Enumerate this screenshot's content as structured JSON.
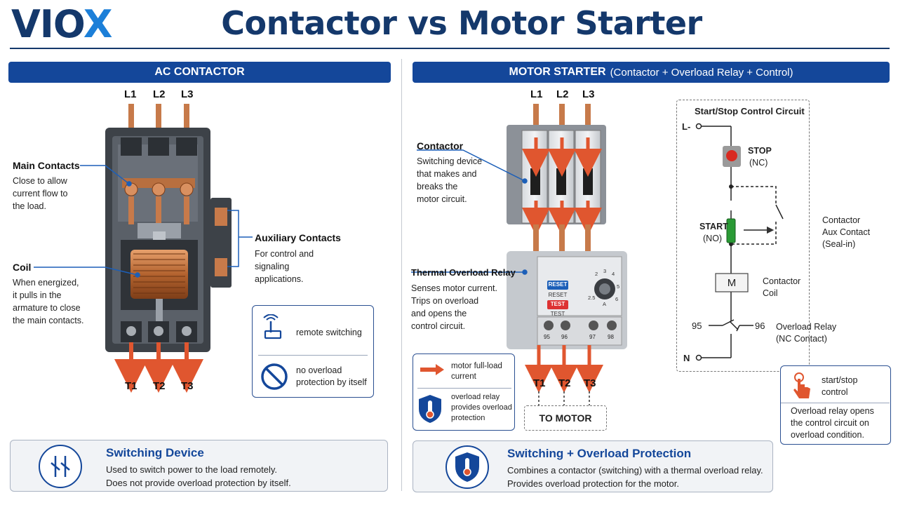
{
  "brand": {
    "logo_main": "VIO",
    "logo_x": "X"
  },
  "title": "Contactor vs Motor Starter",
  "left": {
    "section_title": "AC CONTACTOR",
    "phases_top": [
      "L1",
      "L2",
      "L3"
    ],
    "phases_bottom": [
      "T1",
      "T2",
      "T3"
    ],
    "main_contacts": {
      "title": "Main Contacts",
      "text": [
        "Close to allow",
        "current flow to",
        "the load."
      ]
    },
    "coil": {
      "title": "Coil",
      "text": [
        "When energized,",
        "it pulls in the",
        "armature to close",
        "the main contacts."
      ]
    },
    "aux": {
      "title": "Auxiliary Contacts",
      "text": [
        "For control and",
        "signaling",
        "applications."
      ]
    },
    "legend": [
      {
        "icon": "remote-switching-icon",
        "text": "remote switching"
      },
      {
        "icon": "no-icon",
        "text": "no overload protection by itself"
      }
    ],
    "summary": {
      "title": "Switching Device",
      "lines": [
        "Used to switch power to the load remotely.",
        "Does not provide overload protection by itself."
      ]
    }
  },
  "right": {
    "section_title": "MOTOR STARTER",
    "section_sub": "(Contactor + Overload Relay + Control)",
    "phases_top": [
      "L1",
      "L2",
      "L3"
    ],
    "phases_bottom": [
      "T1",
      "T2",
      "T3"
    ],
    "to_motor": "TO MOTOR",
    "contactor": {
      "title": "Contactor",
      "text": [
        "Switching device",
        "that makes and",
        "breaks the",
        "motor circuit."
      ]
    },
    "overload": {
      "title": "Thermal Overload Relay",
      "text": [
        "Senses motor current.",
        "Trips on overload",
        "and opens the",
        "control circuit."
      ]
    },
    "relay_labels": {
      "reset": "RESET",
      "test": "TEST",
      "terminals": [
        "95",
        "96",
        "97",
        "98"
      ],
      "dial": [
        "2",
        "3",
        "4",
        "5",
        "6",
        "2.5",
        "A"
      ]
    },
    "legend": [
      {
        "icon": "red-arrow-icon",
        "text": "motor full-load current"
      },
      {
        "icon": "shield-thermometer-icon",
        "text": "overload relay provides overload protection"
      }
    ],
    "control": {
      "title": "Start/Stop Control Circuit",
      "line": "L-",
      "neutral": "N",
      "stop": "STOP",
      "stop_sub": "(NC)",
      "start": "START",
      "start_sub": "(NO)",
      "aux": [
        "Contactor",
        "Aux Contact",
        "(Seal-in)"
      ],
      "coil_letter": "M",
      "coil": [
        "Contactor",
        "Coil"
      ],
      "ol_left": "95",
      "ol_right": "96",
      "ol": [
        "Overload Relay",
        "(NC Contact)"
      ]
    },
    "startstop_box": {
      "label": [
        "start/stop",
        "control"
      ],
      "text": [
        "Overload relay opens",
        "the control circuit on",
        "overload condition."
      ]
    },
    "summary": {
      "title": "Switching + Overload Protection",
      "lines": [
        "Combines a contactor (switching) with a thermal overload relay.",
        "Provides overload protection for the motor."
      ]
    }
  },
  "colors": {
    "navy": "#14386b",
    "bar": "#14479a",
    "copper": "#c77a4a",
    "arrow": "#e0562f",
    "accent": "#1c7fd8"
  }
}
